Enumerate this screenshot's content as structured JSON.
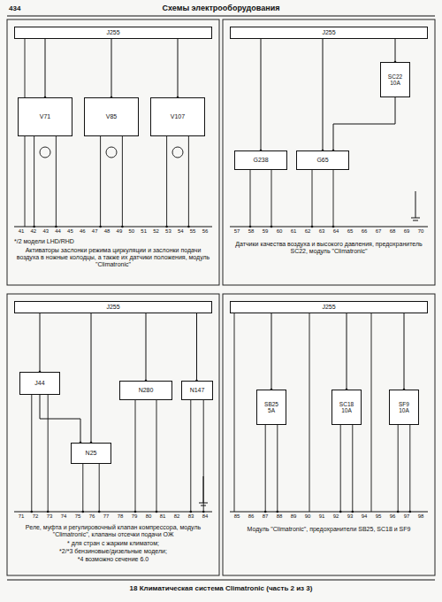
{
  "diagram": {
    "title": "Схемы электрооборудования",
    "caption": "18 Климатическая система Climatronic (часть 2 из 3)",
    "nodes": [
      {
        "text": [
          "J255"
        ]
      },
      {
        "text": [
          "V71"
        ]
      },
      {
        "text": [
          "V85"
        ]
      },
      {
        "text": [
          "V107"
        ]
      },
      {
        "text": [
          "J255"
        ]
      },
      {
        "text": [
          "G238"
        ]
      },
      {
        "text": [
          "G65"
        ]
      },
      {
        "text": [
          "SC22",
          "10A"
        ]
      },
      {
        "text": [
          "J255"
        ]
      },
      {
        "text": [
          "J44"
        ]
      },
      {
        "text": [
          "N280"
        ]
      },
      {
        "text": [
          "N25"
        ]
      },
      {
        "text": [
          "N147"
        ]
      },
      {
        "text": [
          "J255"
        ]
      },
      {
        "text": [
          "SB25",
          "5A"
        ]
      },
      {
        "text": [
          "SC18",
          "10A"
        ]
      },
      {
        "text": [
          "SF9",
          "10A"
        ]
      }
    ],
    "edges": [
      {
        "from": 0,
        "to": 1,
        "arrow": "none"
      },
      {
        "from": 0,
        "to": 2,
        "arrow": "none"
      },
      {
        "from": 0,
        "to": 3,
        "arrow": "none"
      },
      {
        "from": 4,
        "to": 5,
        "arrow": "none"
      },
      {
        "from": 4,
        "to": 6,
        "arrow": "none"
      },
      {
        "from": 4,
        "to": 7,
        "arrow": "none"
      },
      {
        "from": 7,
        "to": 6,
        "arrow": "none"
      },
      {
        "from": 8,
        "to": 9,
        "arrow": "none"
      },
      {
        "from": 8,
        "to": 10,
        "arrow": "none"
      },
      {
        "from": 8,
        "to": 11,
        "arrow": "none"
      },
      {
        "from": 8,
        "to": 12,
        "arrow": "none"
      },
      {
        "from": 9,
        "to": 11,
        "arrow": "none"
      },
      {
        "from": 13,
        "to": 14,
        "arrow": "none"
      },
      {
        "from": 13,
        "to": 15,
        "arrow": "none"
      },
      {
        "from": 13,
        "to": 16,
        "arrow": "none"
      }
    ],
    "labels": [
      "434",
      "*/2 модели LHD/RHD",
      "Активаторы заслонки режима циркуляции и заслонки подачи воздуха в ножные колодцы, а также их датчики положения, модуль \"Climatronic\"",
      "Датчики качества воздуха и высокого давления, предохранитель SC22, модуль \"Climatronic\"",
      "Реле, муфта и регулировочный клапан компрессора, модуль \"Climatronic\", клапаны отсечки подачи ОЖ",
      "* для стран с жарким климатом;",
      "*2/*3 бензиновые/дизельные модели;",
      "*4 возможно сечение 6.0",
      "Модуль \"Climatronic\", предохранители SB25, SC18 и SF9",
      "41",
      "42",
      "43",
      "44",
      "45",
      "46",
      "47",
      "48",
      "49",
      "50",
      "51",
      "52",
      "53",
      "54",
      "55",
      "56",
      "57",
      "58",
      "59",
      "60",
      "61",
      "62",
      "63",
      "64",
      "65",
      "66",
      "67",
      "68",
      "69",
      "70",
      "71",
      "72",
      "73",
      "74",
      "75",
      "76",
      "77",
      "78",
      "79",
      "80",
      "81",
      "82",
      "83",
      "84",
      "85",
      "86",
      "87",
      "88",
      "89",
      "90",
      "91",
      "92",
      "93",
      "94",
      "95",
      "96",
      "97",
      "98"
    ]
  }
}
